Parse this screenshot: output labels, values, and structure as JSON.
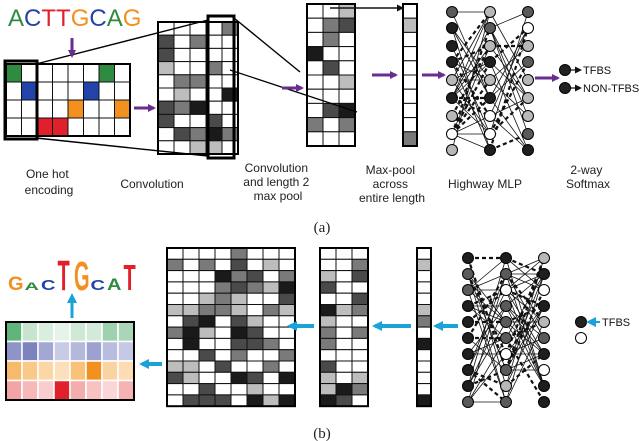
{
  "panel_a": {
    "sequence": [
      {
        "ch": "A",
        "color": "#2e8b3f"
      },
      {
        "ch": "C",
        "color": "#2244aa"
      },
      {
        "ch": "T",
        "color": "#e0202a"
      },
      {
        "ch": "T",
        "color": "#e0202a"
      },
      {
        "ch": "G",
        "color": "#f29020"
      },
      {
        "ch": "C",
        "color": "#2244aa"
      },
      {
        "ch": "A",
        "color": "#2e8b3f"
      },
      {
        "ch": "G",
        "color": "#f29020"
      }
    ],
    "labels": {
      "onehot": [
        "One hot",
        "encoding"
      ],
      "conv": [
        "Convolution"
      ],
      "pool": [
        "Convolution",
        "and length 2",
        "max pool"
      ],
      "maxpool": [
        "Max-pool",
        "across",
        "entire length"
      ],
      "mlp": [
        "Highway MLP"
      ],
      "softmax": [
        "2-way",
        "Softmax"
      ]
    },
    "outputs": [
      "TFBS",
      "NON-TFBS"
    ],
    "caption": "(a)"
  },
  "panel_b": {
    "logo": [
      {
        "ch": "G",
        "color": "#f29020",
        "h": 0.45
      },
      {
        "ch": "A",
        "color": "#2e8b3f",
        "h": 0.25
      },
      {
        "ch": "C",
        "color": "#2244aa",
        "h": 0.35
      },
      {
        "ch": "T",
        "color": "#e0202a",
        "h": 1.0
      },
      {
        "ch": "G",
        "color": "#f29020",
        "h": 0.95
      },
      {
        "ch": "C",
        "color": "#2244aa",
        "h": 0.35
      },
      {
        "ch": "A",
        "color": "#2e8b3f",
        "h": 0.4
      },
      {
        "ch": "T",
        "color": "#e0202a",
        "h": 0.85
      }
    ],
    "output": "TFBS",
    "caption": "(b)"
  },
  "colors": {
    "arrow_a": "#6a2d8f",
    "arrow_b": "#1aa3d9",
    "A": "#2e8b3f",
    "C": "#2244aa",
    "G": "#f29020",
    "T": "#e0202a"
  }
}
